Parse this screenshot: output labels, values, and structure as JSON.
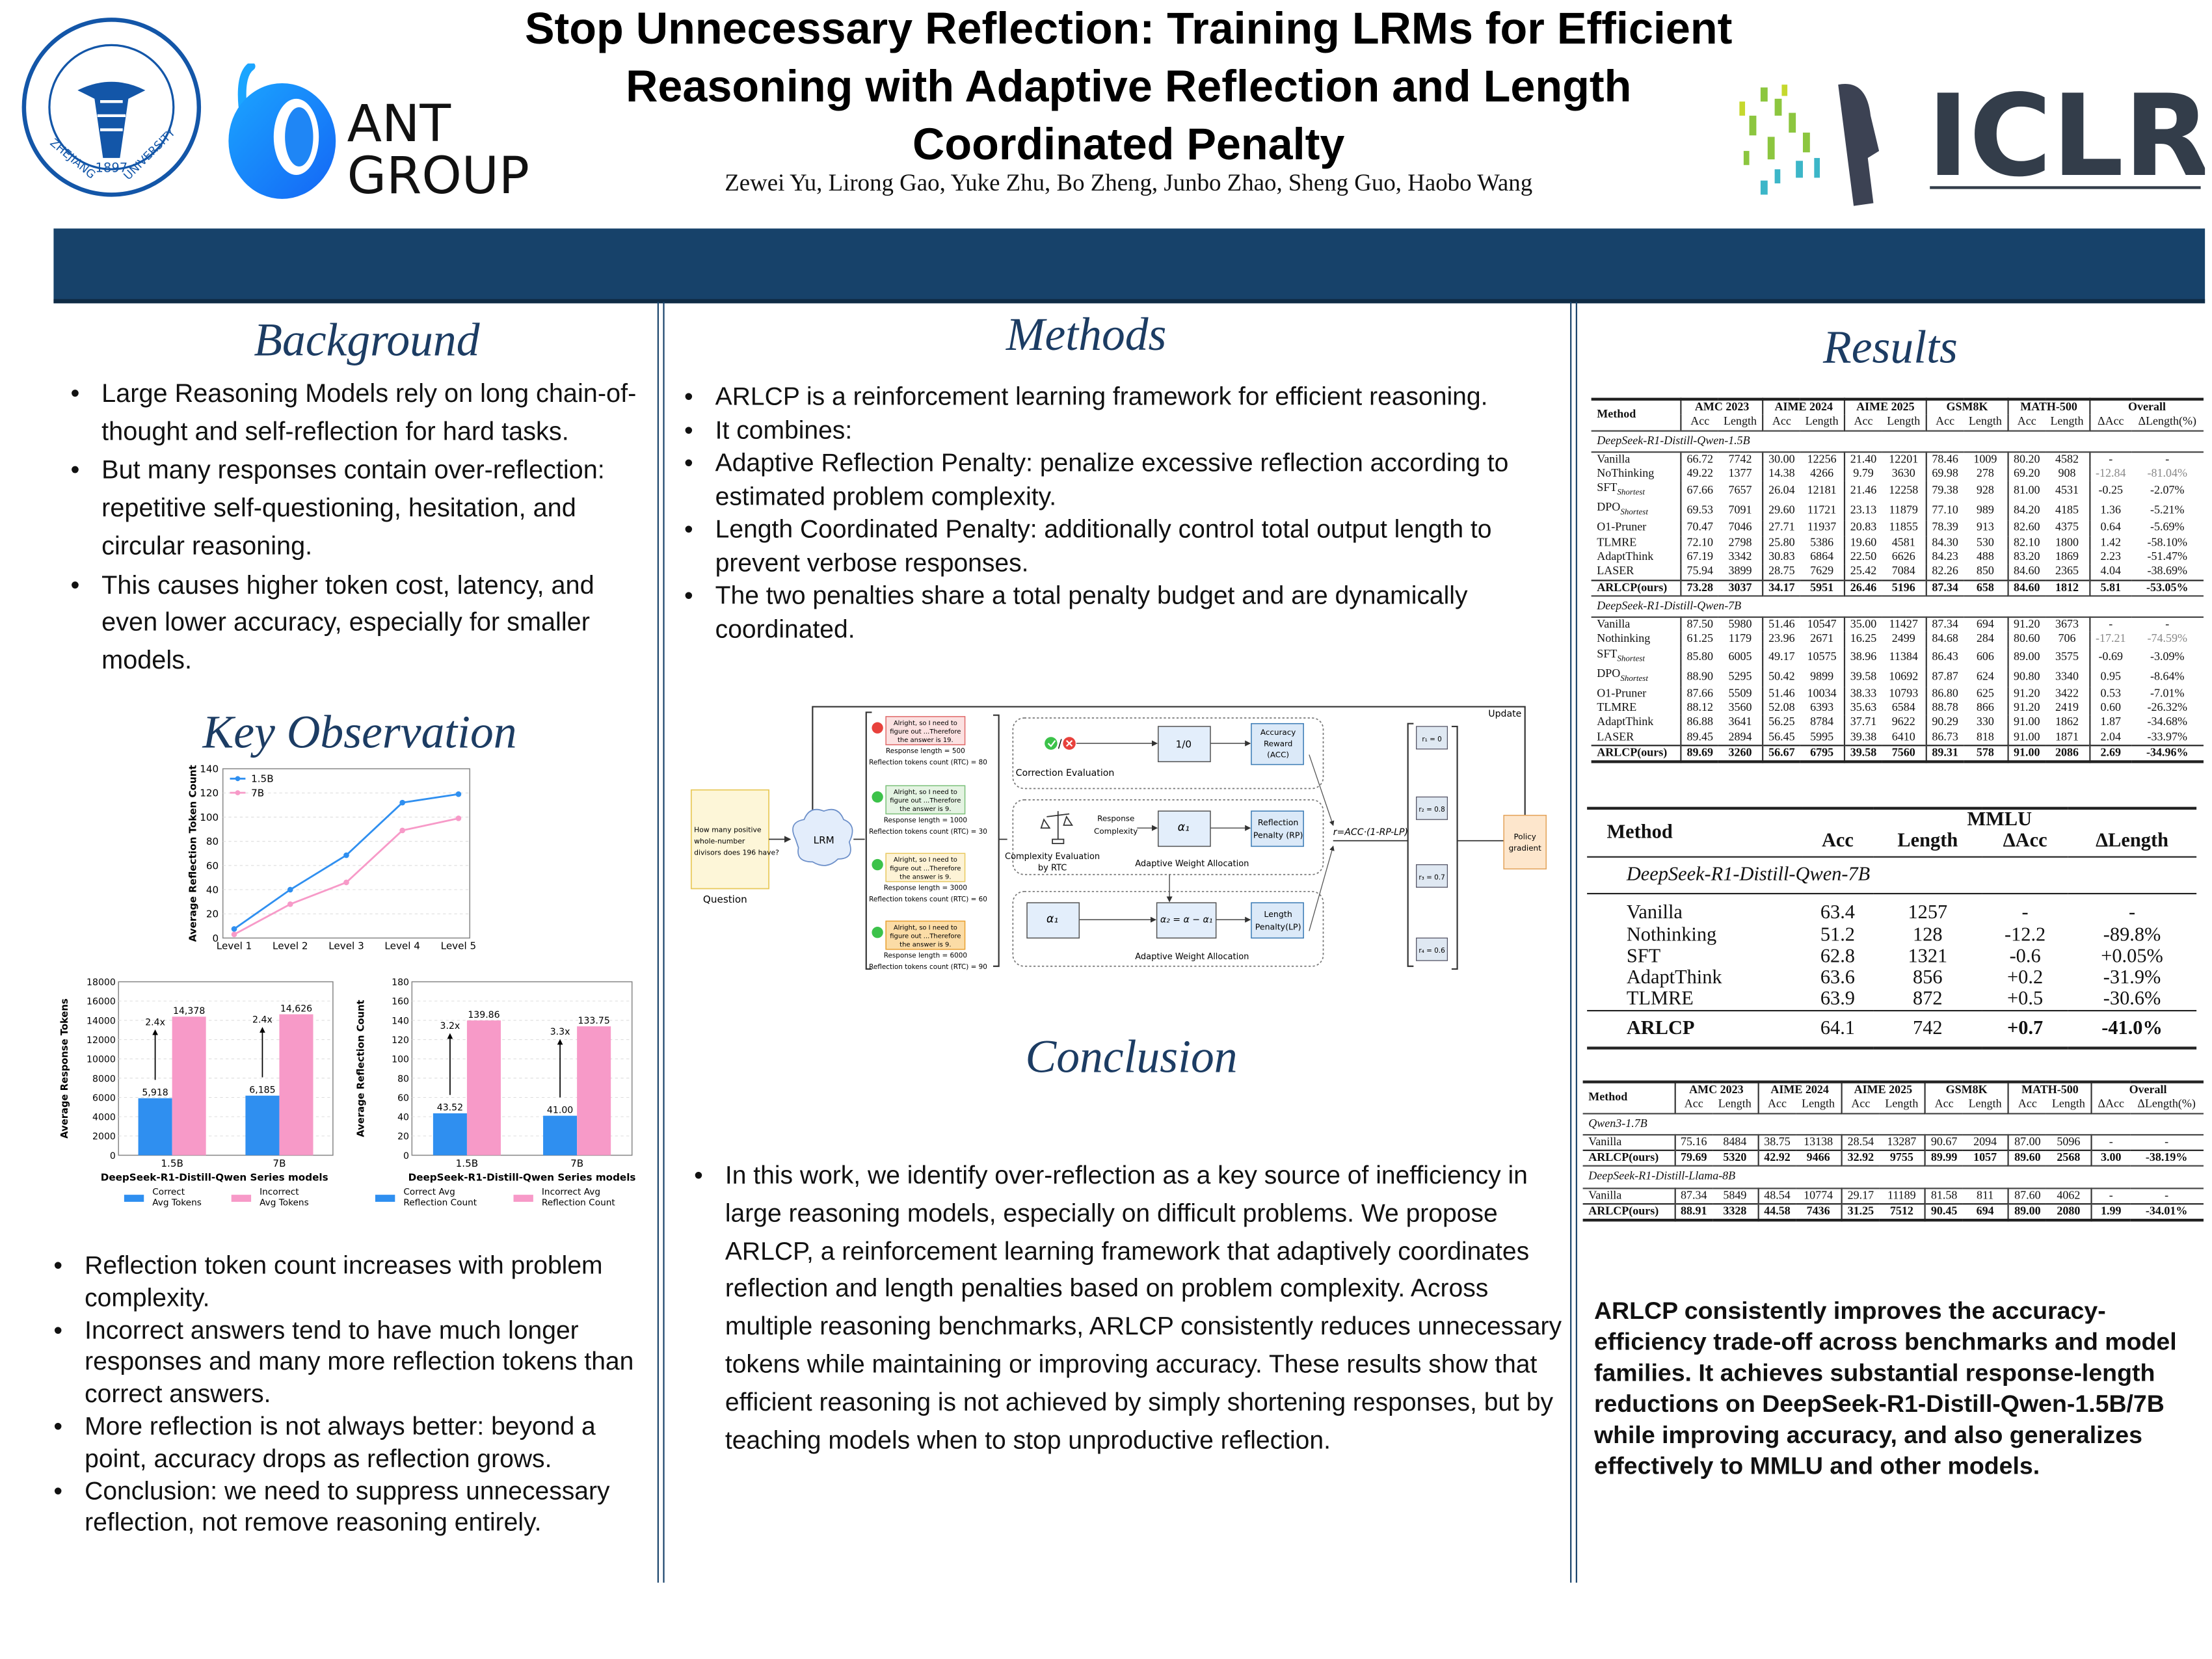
{
  "header": {
    "title_lines": [
      "Stop Unnecessary Reflection: Training LRMs for Efficient",
      "Reasoning with Adaptive Reflection and Length",
      "Coordinated Penalty"
    ],
    "authors": "Zewei Yu, Lirong Gao, Yuke Zhu, Bo Zheng, Junbo Zhao, Sheng Guo, Haobo Wang",
    "logos": {
      "zju": "ZHEJIANG UNIVERSITY 1897",
      "ant": [
        "ANT",
        "GROUP"
      ],
      "iclr": "ICLR"
    }
  },
  "colors": {
    "band": "#17426a",
    "heading": "#1c3c63",
    "blue_series": "#2f8ff0",
    "pink_series": "#f79ac8"
  },
  "background": {
    "heading": "Background",
    "bullets": [
      "Large Reasoning Models rely on long chain-of-thought and self-reflection for hard tasks.",
      "But many responses contain over-reflection: repetitive self-questioning, hesitation, and circular reasoning.",
      "This causes higher token cost, latency, and even lower accuracy, especially for smaller models."
    ]
  },
  "key_observation": {
    "heading": "Key Observation",
    "bullets": [
      "Reflection token count increases with problem complexity.",
      "Incorrect answers tend to have much longer responses and many more reflection tokens than correct answers.",
      "More reflection is not always better: beyond a point, accuracy drops as reflection grows.",
      "Conclusion: we need to suppress unnecessary reflection, not remove reasoning entirely."
    ]
  },
  "chart_data": [
    {
      "type": "line",
      "title": "",
      "xlabel": "",
      "ylabel": "Average Reflection Token Count",
      "categories": [
        "Level 1",
        "Level 2",
        "Level 3",
        "Level 4",
        "Level 5"
      ],
      "yticks": [
        "0",
        "20",
        "40",
        "60",
        "80",
        "100",
        "120",
        "140"
      ],
      "ylim": [
        0,
        140
      ],
      "grid": true,
      "legend_position": "top-left",
      "series": [
        {
          "name": "1.5B",
          "values": [
            7.5,
            40,
            68.5,
            112,
            119
          ]
        },
        {
          "name": "7B",
          "values": [
            3,
            28,
            46,
            89,
            99
          ]
        }
      ]
    },
    {
      "type": "bar",
      "xlabel": "DeepSeek-R1-Distill-Qwen Series models",
      "ylabel": "Average Response Tokens",
      "categories": [
        "1.5B",
        "7B"
      ],
      "yticks": [
        "0",
        "2000",
        "4000",
        "6000",
        "8000",
        "10000",
        "12000",
        "14000",
        "16000",
        "18000"
      ],
      "ylim": [
        0,
        18000
      ],
      "legend_position": "bottom",
      "series": [
        {
          "name": "Correct Avg Tokens",
          "values": [
            5918,
            6185
          ],
          "labels": [
            "5,918",
            "6,185"
          ]
        },
        {
          "name": "Incorrect Avg Tokens",
          "values": [
            14378,
            14626
          ],
          "labels": [
            "14,378",
            "14,626"
          ]
        }
      ],
      "ratios": [
        "2.4x",
        "2.4x"
      ]
    },
    {
      "type": "bar",
      "xlabel": "DeepSeek-R1-Distill-Qwen Series models",
      "ylabel": "Average Reflection Count",
      "categories": [
        "1.5B",
        "7B"
      ],
      "yticks": [
        "0",
        "20",
        "40",
        "60",
        "80",
        "100",
        "120",
        "140",
        "160",
        "180"
      ],
      "ylim": [
        0,
        180
      ],
      "legend_position": "bottom",
      "series": [
        {
          "name": "Correct Avg Reflection Count",
          "values": [
            43.52,
            41.0
          ],
          "labels": [
            "43.52",
            "41.00"
          ]
        },
        {
          "name": "Incorrect Avg Reflection Count",
          "values": [
            139.86,
            133.75
          ],
          "labels": [
            "139.86",
            "133.75"
          ]
        }
      ],
      "ratios": [
        "3.2x",
        "3.3x"
      ]
    }
  ],
  "methods": {
    "heading": "Methods",
    "bullets": [
      "ARLCP is a reinforcement learning framework for efficient reasoning.",
      "It combines:",
      "Adaptive Reflection Penalty: penalize excessive reflection according to estimated problem complexity.",
      "Length Coordinated Penalty: additionally control total output length to prevent verbose responses.",
      "The two penalties share a total penalty budget and are dynamically coordinated."
    ],
    "diagram": {
      "question": [
        "How many positive",
        "whole-number",
        "divisors does 196 have?"
      ],
      "question_label": "Question",
      "lrm": "LRM",
      "responses": [
        {
          "text": [
            "Alright, so I need to",
            "figure out ...Therefore",
            "the answer is 19."
          ],
          "length": "Response length = 500",
          "rtc": "Reflection tokens count (RTC) = 80",
          "correct": false
        },
        {
          "text": [
            "Alright, so I need to",
            "figure out ...Therefore",
            "the answer is 9."
          ],
          "length": "Response length = 1000",
          "rtc": "Reflection tokens count (RTC) = 30",
          "correct": true
        },
        {
          "text": [
            "Alright, so I need to",
            "figure out ...Therefore",
            "the answer is 9."
          ],
          "length": "Response length = 3000",
          "rtc": "Reflection tokens count (RTC) = 60",
          "correct": true
        },
        {
          "text": [
            "Alright, so I need to",
            "figure out ...Therefore",
            "the answer is 9."
          ],
          "length": "Response length = 6000",
          "rtc": "Reflection tokens count (RTC) = 90",
          "correct": true
        }
      ],
      "correction_eval": "Correction Evaluation",
      "one_zero": "1/0",
      "acc": [
        "Accuracy",
        "Reward",
        "(ACC)"
      ],
      "response_complexity": [
        "Response",
        "Complexity"
      ],
      "complexity_eval": [
        "Complexity Evaluation",
        "by RTC"
      ],
      "alpha1": "α₁",
      "rp": [
        "Reflection",
        "Penalty (RP)"
      ],
      "adaptive_weight": "Adaptive Weight Allocation",
      "alpha2": "α₂ = α − α₁",
      "lp": [
        "Length",
        "Penalty(LP)"
      ],
      "formula": "r=ACC·(1-RP-LP)",
      "rewards": [
        "r₁ = 0",
        "r₂ = 0.8",
        "r₃ = 0.7",
        "r₄ = 0.6"
      ],
      "policy": [
        "Policy",
        "gradient"
      ],
      "update": "Update"
    }
  },
  "conclusion": {
    "heading": "Conclusion",
    "text": "In this work, we identify over-reflection as a key source of inefficiency in large reasoning models, especially on difficult problems. We propose ARLCP, a reinforcement learning framework that adaptively coordinates reflection and length penalties based on problem complexity. Across multiple reasoning benchmarks, ARLCP consistently reduces unnecessary tokens while maintaining or improving accuracy. These results show that efficient reasoning is not achieved by simply shortening responses, but by teaching models when to stop unproductive reflection."
  },
  "results": {
    "heading": "Results",
    "table_headers": {
      "method": "Method",
      "benchmarks": [
        "AMC 2023",
        "AIME 2024",
        "AIME 2025",
        "GSM8K",
        "MATH-500"
      ],
      "overall": "Overall",
      "sub": [
        "Acc",
        "Length",
        "Acc",
        "Length",
        "Acc",
        "Length",
        "Acc",
        "Length",
        "Acc",
        "Length",
        "ΔAcc",
        "ΔLength(%)"
      ]
    },
    "main_table": [
      {
        "group": "DeepSeek-R1-Distill-Qwen-1.5B",
        "rows": [
          [
            "Vanilla",
            "66.72",
            "7742",
            "30.00",
            "12256",
            "21.40",
            "12201",
            "78.46",
            "1009",
            "80.20",
            "4582",
            "-",
            "-"
          ],
          [
            "NoThinking",
            "49.22",
            "1377",
            "14.38",
            "4266",
            "9.79",
            "3630",
            "69.98",
            "278",
            "69.20",
            "908",
            "-12.84",
            "-81.04%"
          ],
          [
            "SFT_Shortest",
            "67.66",
            "7657",
            "26.04",
            "12181",
            "21.46",
            "12258",
            "79.38",
            "928",
            "81.00",
            "4531",
            "-0.25",
            "-2.07%"
          ],
          [
            "DPO_Shortest",
            "69.53",
            "7091",
            "29.60",
            "11721",
            "23.13",
            "11879",
            "77.10",
            "989",
            "84.20",
            "4185",
            "1.36",
            "-5.21%"
          ],
          [
            "O1-Pruner",
            "70.47",
            "7046",
            "27.71",
            "11937",
            "20.83",
            "11855",
            "78.39",
            "913",
            "82.60",
            "4375",
            "0.64",
            "-5.69%"
          ],
          [
            "TLMRE",
            "72.10",
            "2798",
            "25.80",
            "5386",
            "19.60",
            "4581",
            "84.30",
            "530",
            "82.10",
            "1800",
            "1.42",
            "-58.10%"
          ],
          [
            "AdaptThink",
            "67.19",
            "3342",
            "30.83",
            "6864",
            "22.50",
            "6626",
            "84.23",
            "488",
            "83.20",
            "1869",
            "2.23",
            "-51.47%"
          ],
          [
            "LASER",
            "75.94",
            "3899",
            "28.75",
            "7629",
            "25.42",
            "7084",
            "82.26",
            "850",
            "84.60",
            "2365",
            "4.04",
            "-38.69%"
          ]
        ],
        "ours": [
          "ARLCP(ours)",
          "73.28",
          "3037",
          "34.17",
          "5951",
          "26.46",
          "5196",
          "87.34",
          "658",
          "84.60",
          "1812",
          "5.81",
          "-53.05%"
        ]
      },
      {
        "group": "DeepSeek-R1-Distill-Qwen-7B",
        "rows": [
          [
            "Vanilla",
            "87.50",
            "5980",
            "51.46",
            "10547",
            "35.00",
            "11427",
            "87.34",
            "694",
            "91.20",
            "3673",
            "-",
            "-"
          ],
          [
            "Nothinking",
            "61.25",
            "1179",
            "23.96",
            "2671",
            "16.25",
            "2499",
            "84.68",
            "284",
            "80.60",
            "706",
            "-17.21",
            "-74.59%"
          ],
          [
            "SFT_Shortest",
            "85.80",
            "6005",
            "49.17",
            "10575",
            "38.96",
            "11384",
            "86.43",
            "606",
            "89.00",
            "3575",
            "-0.69",
            "-3.09%"
          ],
          [
            "DPO_Shortest",
            "88.90",
            "5295",
            "50.42",
            "9899",
            "39.58",
            "10692",
            "87.87",
            "624",
            "90.80",
            "3340",
            "0.95",
            "-8.64%"
          ],
          [
            "O1-Pruner",
            "87.66",
            "5509",
            "51.46",
            "10034",
            "38.33",
            "10793",
            "86.80",
            "625",
            "91.20",
            "3422",
            "0.53",
            "-7.01%"
          ],
          [
            "TLMRE",
            "88.12",
            "3560",
            "52.08",
            "6393",
            "35.63",
            "6584",
            "88.78",
            "866",
            "91.20",
            "2419",
            "0.60",
            "-26.32%"
          ],
          [
            "AdaptThink",
            "86.88",
            "3641",
            "56.25",
            "8784",
            "37.71",
            "9622",
            "90.29",
            "330",
            "91.00",
            "1862",
            "1.87",
            "-34.68%"
          ],
          [
            "LASER",
            "89.45",
            "2894",
            "56.45",
            "5995",
            "39.38",
            "6410",
            "86.73",
            "818",
            "91.00",
            "1871",
            "2.04",
            "-33.97%"
          ]
        ],
        "ours": [
          "ARLCP(ours)",
          "89.69",
          "3260",
          "56.67",
          "6795",
          "39.58",
          "7560",
          "89.31",
          "578",
          "91.00",
          "2086",
          "2.69",
          "-34.96%"
        ]
      }
    ],
    "mmlu_table": {
      "headers": {
        "method": "Method",
        "dataset": "MMLU",
        "cols": [
          "Acc",
          "Length",
          "ΔAcc",
          "ΔLength"
        ]
      },
      "group": "DeepSeek-R1-Distill-Qwen-7B",
      "rows": [
        [
          "Vanilla",
          "63.4",
          "1257",
          "-",
          "-"
        ],
        [
          "Nothinking",
          "51.2",
          "128",
          "-12.2",
          "-89.8%"
        ],
        [
          "SFT",
          "62.8",
          "1321",
          "-0.6",
          "+0.05%"
        ],
        [
          "AdaptThink",
          "63.6",
          "856",
          "+0.2",
          "-31.9%"
        ],
        [
          "TLMRE",
          "63.9",
          "872",
          "+0.5",
          "-30.6%"
        ]
      ],
      "ours": [
        "ARLCP",
        "64.1",
        "742",
        "+0.7",
        "-41.0%"
      ]
    },
    "other_table": [
      {
        "group": "Qwen3-1.7B",
        "rows": [
          [
            "Vanilla",
            "75.16",
            "8484",
            "38.75",
            "13138",
            "28.54",
            "13287",
            "90.67",
            "2094",
            "87.00",
            "5096",
            "-",
            "-"
          ]
        ],
        "ours": [
          "ARLCP(ours)",
          "79.69",
          "5320",
          "42.92",
          "9466",
          "32.92",
          "9755",
          "89.99",
          "1057",
          "89.60",
          "2568",
          "3.00",
          "-38.19%"
        ]
      },
      {
        "group": "DeepSeek-R1-Distill-Llama-8B",
        "rows": [
          [
            "Vanilla",
            "87.34",
            "5849",
            "48.54",
            "10774",
            "29.17",
            "11189",
            "81.58",
            "811",
            "87.60",
            "4062",
            "-",
            "-"
          ]
        ],
        "ours": [
          "ARLCP(ours)",
          "88.91",
          "3328",
          "44.58",
          "7436",
          "31.25",
          "7512",
          "90.45",
          "694",
          "89.00",
          "2080",
          "1.99",
          "-34.01%"
        ]
      }
    ],
    "summary": "ARLCP consistently improves the accuracy-efficiency trade-off across benchmarks and model families. It achieves substantial response-length reductions on DeepSeek-R1-Distill-Qwen-1.5B/7B while improving accuracy, and also generalizes effectively to MMLU and other models."
  }
}
